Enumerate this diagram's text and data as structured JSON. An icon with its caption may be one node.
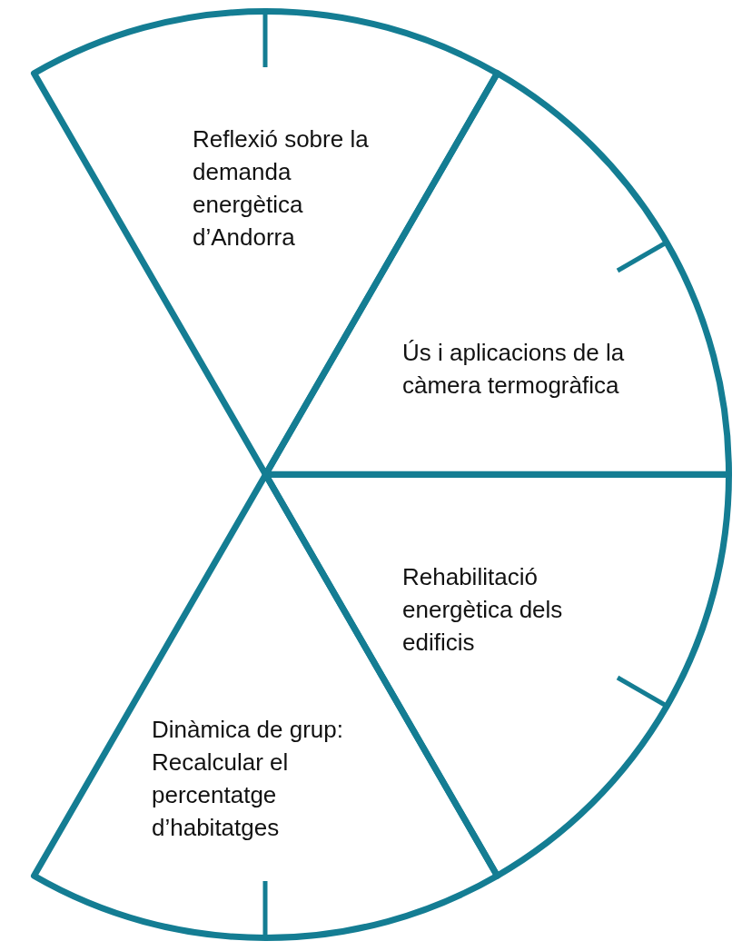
{
  "diagram": {
    "nodes": [
      {
        "text": [
          "Reflexió sobre la demanda energètica d’Andorra"
        ]
      },
      {
        "text": [
          "Ús i aplicacions de la càmera termogràfica"
        ]
      },
      {
        "text": [
          "Rehabilitació energètica dels edificis"
        ]
      },
      {
        "text": [
          "Dinàmica de grup: Recalcular el percentatge d’habitatges"
        ]
      }
    ]
  }
}
